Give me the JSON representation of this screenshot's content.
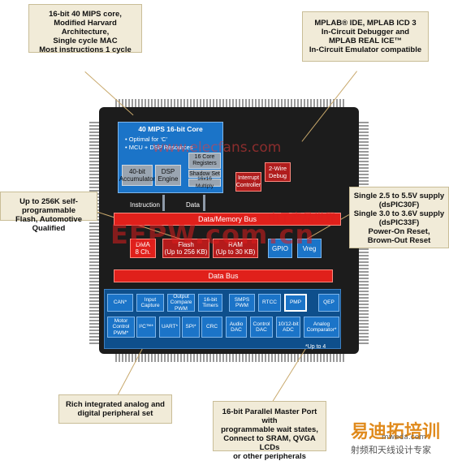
{
  "callouts": {
    "core": [
      "16-bit 40 MIPS core,",
      "Modified Harvard Architecture,",
      "Single cycle MAC",
      "Most instructions 1 cycle"
    ],
    "tools": [
      "MPLAB® IDE, MPLAB ICD 3",
      "In-Circuit Debugger and",
      "MPLAB REAL ICE™",
      "In-Circuit Emulator compatible"
    ],
    "flash": [
      "Up to 256K self-programmable",
      "Flash, Automotive Qualified"
    ],
    "supply": [
      "Single 2.5 to 5.5V supply",
      "(dsPIC30F)",
      "Single 3.0 to 3.6V supply",
      "(dsPIC33F)",
      "Power-On Reset,",
      "Brown-Out Reset"
    ],
    "analog": [
      "Rich integrated analog and",
      "digital peripheral set"
    ],
    "pmp": [
      "16-bit Parallel Master Port with",
      "programmable wait states,",
      "Connect to SRAM, QVGA LCDs",
      "or other peripherals"
    ]
  },
  "core_block": {
    "title": "40 MIPS 16-bit Core",
    "bullets": [
      "• Optimal for ‘C’",
      "• MCU + DSP Resources"
    ],
    "accumulator": [
      "40-bit",
      "Accumulator"
    ],
    "dsp": [
      "DSP",
      "Engine"
    ],
    "registers": [
      "16 Core",
      "Registers"
    ],
    "shadow": "Shadow Set",
    "multiply": "16x16 Multiply"
  },
  "interrupt": [
    "Interrupt",
    "Controller"
  ],
  "debug": [
    "2-Wire",
    "Debug"
  ],
  "instruction_label": "Instruction",
  "data_label": "Data",
  "data_memory_bus": "Data/Memory Bus",
  "dma": [
    "DMA",
    "8 Ch."
  ],
  "flash_block": [
    "Flash",
    "(Up to 256 KB)"
  ],
  "ram_block": [
    "RAM",
    "(Up to 30 KB)"
  ],
  "gpio": "GPIO",
  "vreg": "Vreg",
  "data_bus": "Data Bus",
  "peripherals_row1": [
    "CAN*",
    "Input\nCapture",
    "Output\nCompare\nPWM",
    "16-bit\nTimers",
    "SMPS\nPWM",
    "RTCC",
    "PMP",
    "QEP"
  ],
  "peripherals_row2": [
    "Motor\nControl\nPWM*",
    "I²C™*",
    "UART*",
    "SPI*",
    "CRC",
    "Audio\nDAC",
    "Control\nDAC",
    "10/12-bit\nADC",
    "Analog\nComparator*"
  ],
  "footnote": "*Up to 4",
  "watermarks": {
    "top": "www.elecfans.com",
    "mid": "EEPW.com.cn",
    "chinese": "电子产品世界",
    "bottom": "易迪拓培训",
    "bottom_sub": "射频和天线设计专家",
    "brand": "mweda.com"
  }
}
